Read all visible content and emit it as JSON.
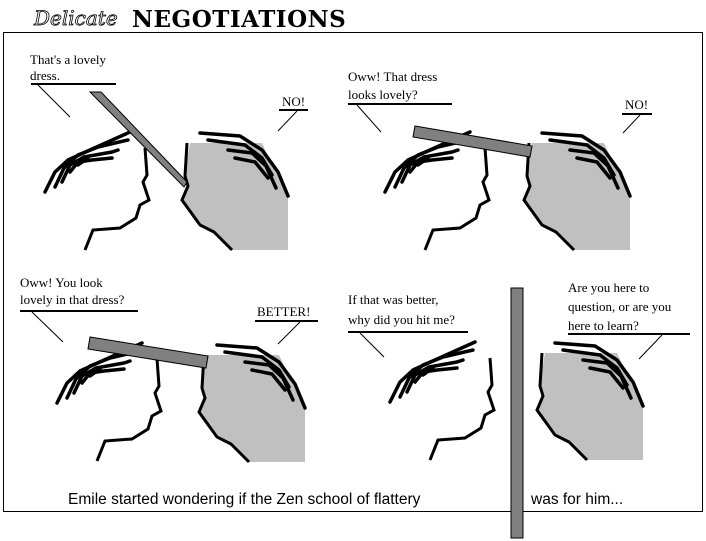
{
  "title": {
    "script_word": "Delicate",
    "bold_word": "NEGOTIATIONS"
  },
  "panels": [
    {
      "speech_left": [
        "That's a lovely",
        "dress."
      ],
      "speech_right": "NO!"
    },
    {
      "speech_left": [
        "Oww! That dress",
        "looks lovely?"
      ],
      "speech_right": "NO!"
    },
    {
      "speech_left": [
        "Oww! You look",
        "lovely in that dress?"
      ],
      "speech_right": "BETTER!"
    },
    {
      "speech_left": [
        "If that was better,",
        "why did you hit me?"
      ],
      "speech_right": [
        "Are you here to",
        "question, or are you",
        "here to learn?"
      ]
    }
  ],
  "caption": {
    "part1": "Emile started wondering if the Zen school of flattery",
    "part2": "was for him..."
  },
  "colors": {
    "gray_head": "#c0c0c0",
    "stick": "#808080"
  }
}
